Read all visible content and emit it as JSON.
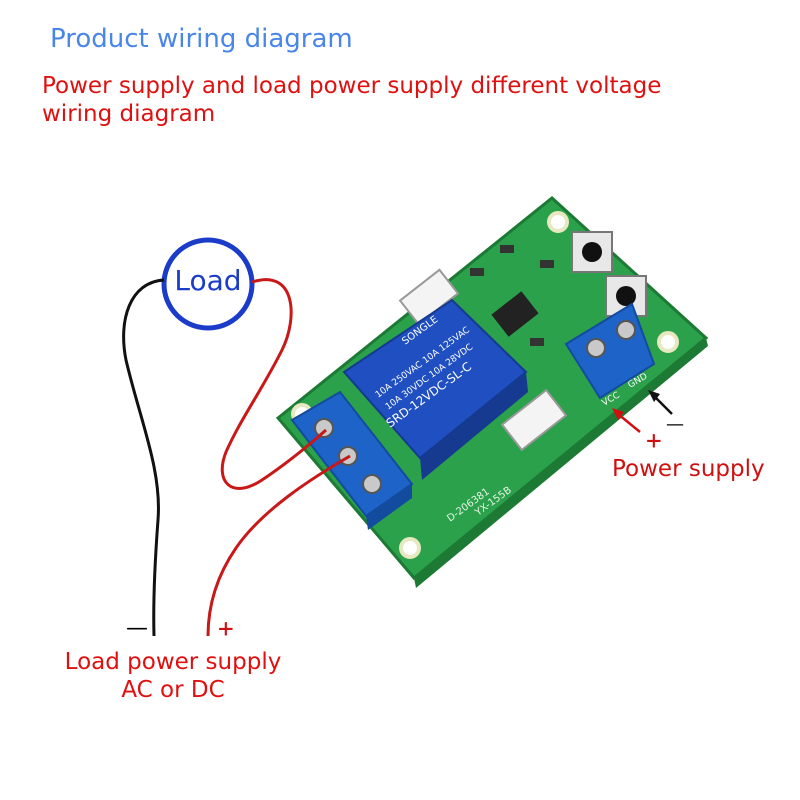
{
  "title": "Product wiring diagram",
  "subtitle_lines": [
    "Power supply and load power supply different voltage",
    "wiring diagram"
  ],
  "load_label": "Load",
  "power_supply_label": "Power supply",
  "power_supply_plus": "+",
  "power_supply_minus": "—",
  "load_supply_label_lines": [
    "Load power supply",
    "AC or DC"
  ],
  "load_supply_minus": "—",
  "load_supply_plus": "+",
  "relay": {
    "brand": "SONGLE",
    "model": "SRD-12VDC-SL-C",
    "rating_1": "10A 250VAC  10A 125VAC",
    "rating_2": "10A 30VDC   10A 28VDC"
  },
  "board_markings": [
    "YX-155B",
    "D-206381"
  ],
  "terminal_markings": [
    "VCC",
    "GND"
  ],
  "colors": {
    "title": "#4a86e8",
    "red_text": "#e01010",
    "load_circle": "#1a3cc8",
    "pcb": "#2aa14a",
    "relay": "#1f4fc0",
    "terminal": "#1e63c8",
    "wire_red": "#c81818",
    "wire_black": "#111111"
  }
}
